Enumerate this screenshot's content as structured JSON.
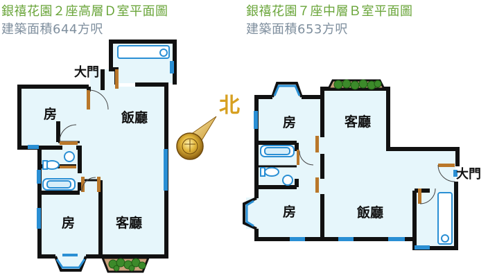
{
  "colors": {
    "title_green": "#6aa53a",
    "title_gray": "#7f8f9e",
    "floor": "#e6f6fb",
    "wall": "#111111",
    "window": "#2a8fd4",
    "door": "#b9772a",
    "plant": "#3c8a2a",
    "compass_gold": "#d7a021"
  },
  "plan_left": {
    "title": "銀禧花園２座高層Ｄ室平面圖",
    "area": "建築面積644方呎",
    "rooms": {
      "entrance": "大門",
      "dining": "飯廳",
      "living": "客廳",
      "room_top": "房",
      "room_bottom": "房"
    }
  },
  "plan_right": {
    "title": "銀禧花園７座中層Ｂ室平面圖",
    "area": "建築面積653方呎",
    "rooms": {
      "entrance": "大門",
      "dining": "飯廳",
      "living": "客廳",
      "room_top": "房",
      "room_bottom": "房"
    }
  },
  "compass": {
    "label": "北",
    "icon": "north-compass-icon"
  }
}
